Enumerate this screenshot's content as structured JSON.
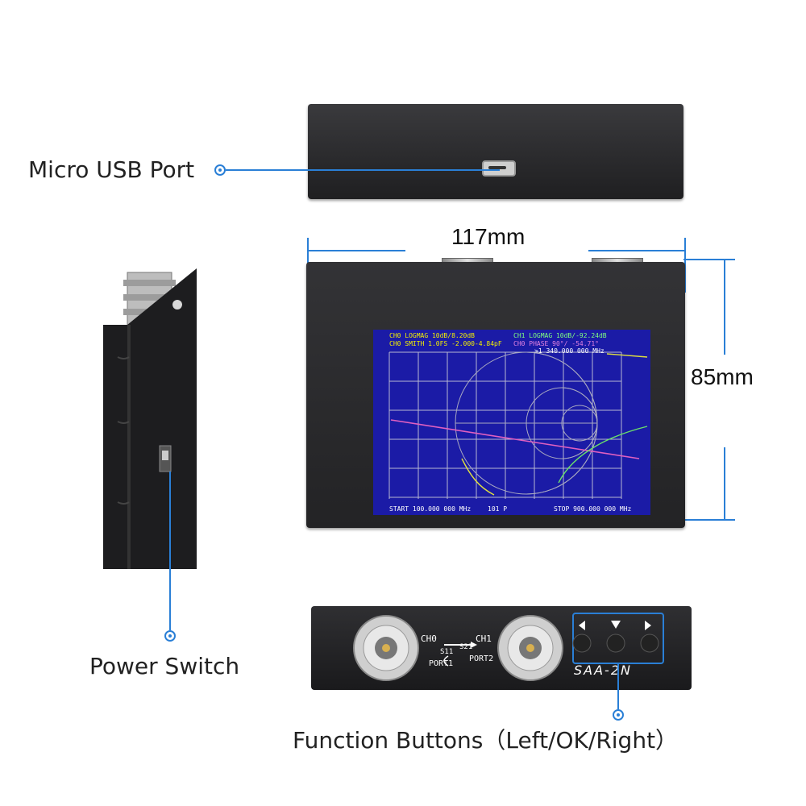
{
  "callouts": {
    "usb": "Micro USB Port",
    "power": "Power Switch",
    "buttons": "Function Buttons（Left/OK/Right）"
  },
  "dimensions": {
    "width": "117mm",
    "height": "85mm"
  },
  "screen": {
    "line1_left": "CH0 LOGMAG 10dB/8.20dB",
    "line2_left": "CH0 SMITH 1.0FS   -2.000-4.84pF",
    "line1_right": "CH1 LOGMAG 10dB/-92.24dB",
    "line2_right": "CH0 PHASE 90°/ -54.71°",
    "line3_right": ">1 340.000 000 MHz",
    "start": "START 100.000 000 MHz",
    "points": "101 P",
    "stop": "STOP 900.000 000 MHz"
  },
  "front_panel": {
    "ch0": "CH0",
    "ch1": "CH1",
    "s11": "S11",
    "s21": "S21",
    "port1": "PORT1",
    "port2": "PORT2",
    "model": "SAA-2N"
  },
  "colors": {
    "accent": "#2a7fd6",
    "body": "#2b2b2e",
    "screen": "#1a1aa0"
  }
}
